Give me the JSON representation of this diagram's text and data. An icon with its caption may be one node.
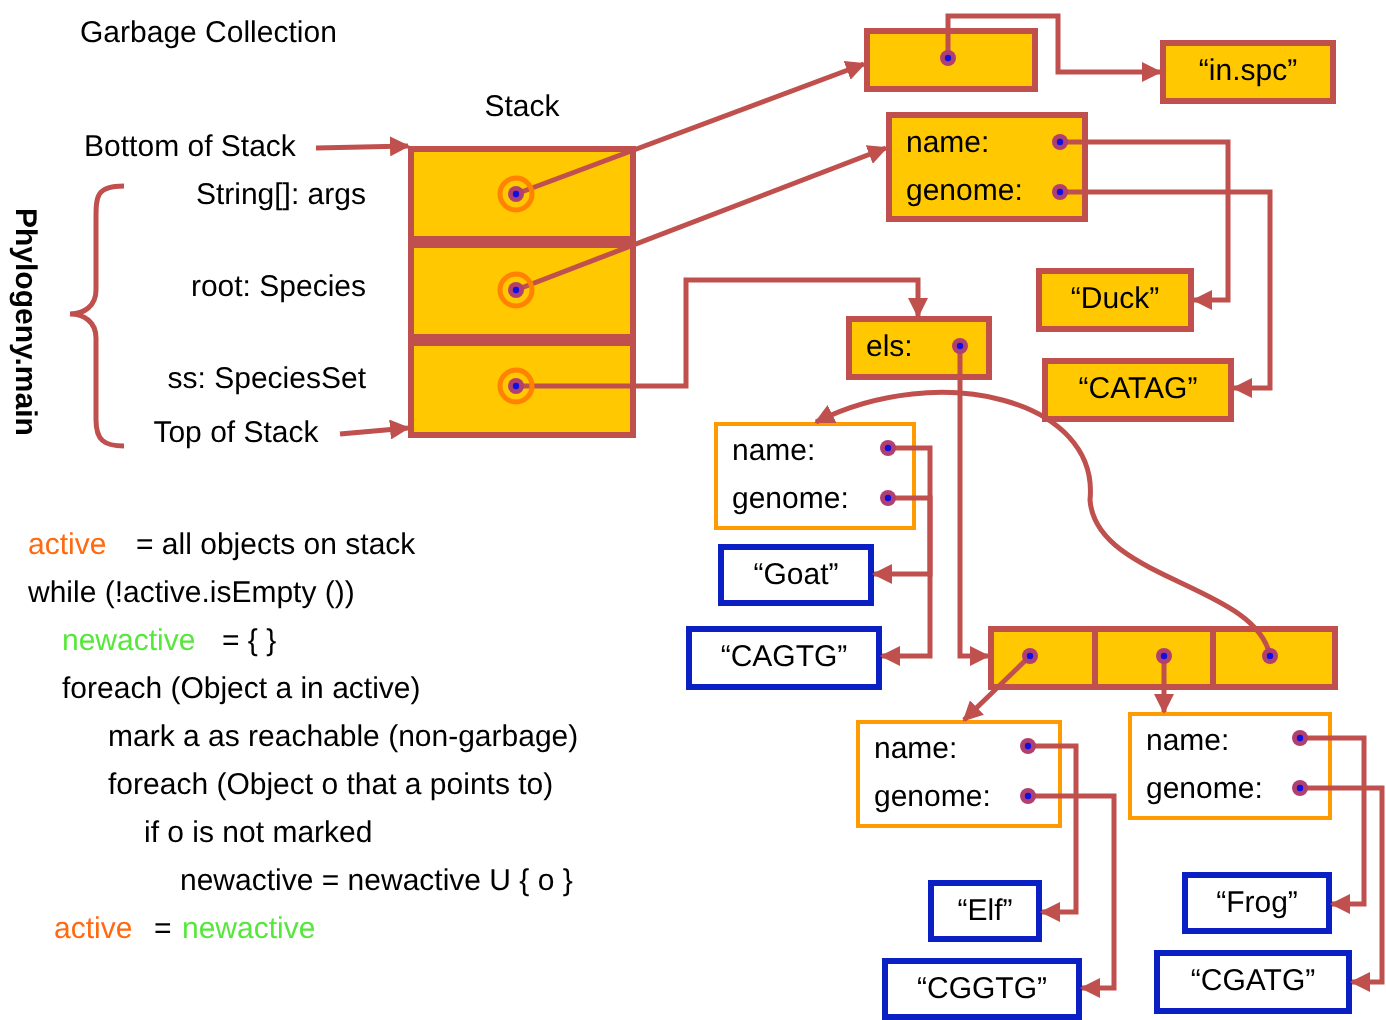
{
  "diagram": {
    "title": "Garbage Collection",
    "nodes": [
      {
        "text": [
          "Stack"
        ]
      },
      {
        "text": [],
        "shape": "box",
        "in": 0
      },
      {
        "text": [],
        "shape": "box",
        "in": 0
      },
      {
        "text": [],
        "shape": "box",
        "in": 0
      },
      {
        "text": [
          "Bottom of Stack"
        ]
      },
      {
        "text": [
          "Top of Stack"
        ]
      },
      {
        "text": [],
        "shape": "box"
      },
      {
        "text": [
          "“in.spc”"
        ]
      },
      {
        "text": [
          "name:",
          "genome:"
        ]
      },
      {
        "text": [
          "“Duck”"
        ]
      },
      {
        "text": [
          "“CATAG”"
        ]
      },
      {
        "text": [
          "els:"
        ]
      },
      {
        "text": [
          "name:",
          "genome:"
        ]
      },
      {
        "text": [
          "“Goat”"
        ]
      },
      {
        "text": [
          "“CAGTG”"
        ]
      },
      {
        "text": [],
        "shape": "box"
      },
      {
        "text": [],
        "shape": "box",
        "in": 15
      },
      {
        "text": [],
        "shape": "box",
        "in": 15
      },
      {
        "text": [],
        "shape": "box",
        "in": 15
      },
      {
        "text": [
          "name:",
          "genome:"
        ]
      },
      {
        "text": [
          "name:",
          "genome:"
        ]
      },
      {
        "text": [
          "“Elf”"
        ]
      },
      {
        "text": [
          "“CGGTG”"
        ]
      },
      {
        "text": [
          "“Frog”"
        ]
      },
      {
        "text": [
          "“CGATG”"
        ]
      }
    ],
    "edges": [
      {
        "from": 4,
        "to": 0,
        "arrow": "to"
      },
      {
        "from": 5,
        "to": 0,
        "arrow": "to"
      },
      {
        "from": 1,
        "to": 6,
        "arrow": "to"
      },
      {
        "from": 2,
        "to": 8,
        "arrow": "to"
      },
      {
        "from": 3,
        "to": 11,
        "arrow": "to"
      },
      {
        "from": 6,
        "to": 7,
        "arrow": "to"
      },
      {
        "from": 8,
        "to": 9,
        "arrow": "to"
      },
      {
        "from": 8,
        "to": 10,
        "arrow": "to"
      },
      {
        "from": 11,
        "to": 15,
        "arrow": "to"
      },
      {
        "from": 18,
        "to": 12,
        "arrow": "to"
      },
      {
        "from": 12,
        "to": 13,
        "arrow": "to"
      },
      {
        "from": 12,
        "to": 14,
        "arrow": "to"
      },
      {
        "from": 16,
        "to": 19,
        "arrow": "to"
      },
      {
        "from": 17,
        "to": 20,
        "arrow": "to"
      },
      {
        "from": 19,
        "to": 21,
        "arrow": "to"
      },
      {
        "from": 19,
        "to": 22,
        "arrow": "to"
      },
      {
        "from": 20,
        "to": 23,
        "arrow": "to"
      },
      {
        "from": 20,
        "to": 24,
        "arrow": "to"
      }
    ],
    "labels": [
      "String[]: args",
      "root: Species",
      "ss: SpeciesSet",
      "Phylogeny.main",
      "active",
      "= all objects on stack",
      "while (!active.isEmpty ())",
      "newactive",
      "= { }",
      "foreach (Object a in active)",
      "mark a as reachable (non-garbage)",
      "foreach (Object o that a points to)",
      "if o is not marked",
      "newactive = newactive U { o }",
      "active",
      "=",
      "newactive"
    ]
  }
}
